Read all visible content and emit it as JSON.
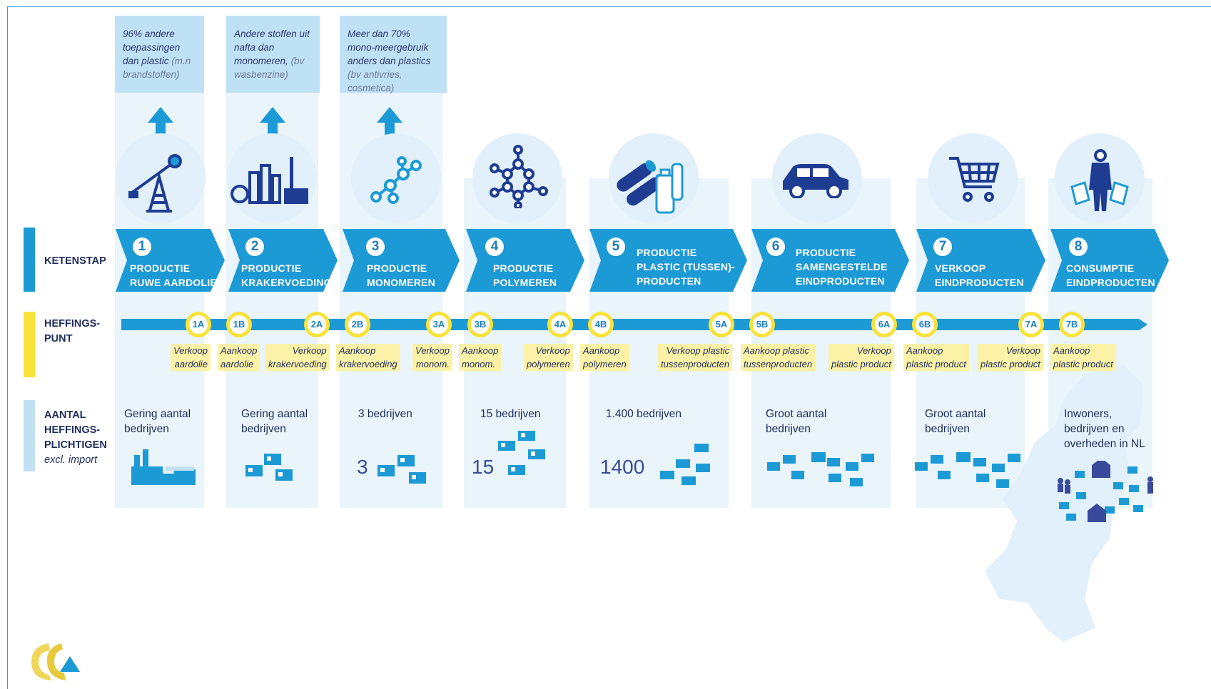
{
  "top_notes": [
    {
      "main": "96% andere toepassingen dan plastic",
      "muted": "(m.n brandstoffen)"
    },
    {
      "main": "Andere stoffen uit nafta dan monomeren,",
      "muted": "(bv wasbenzine)"
    },
    {
      "main": "Meer dan 70% mono-meergebruik anders dan plastics",
      "muted": "(bv antivries, cosmetica)"
    }
  ],
  "row_labels": {
    "ketenstap": "KETENSTAP",
    "heffingspunt_1": "HEFFINGS-",
    "heffingspunt_2": "PUNT",
    "aantal_1": "AANTAL",
    "aantal_2": "HEFFINGS-",
    "aantal_3": "PLICHTIGEN",
    "aantal_4": "excl. import"
  },
  "steps": [
    {
      "num": "1",
      "line1": "PRODUCTIE",
      "line2": "RUWE AARDOLIE",
      "line3": ""
    },
    {
      "num": "2",
      "line1": "PRODUCTIE",
      "line2": "KRAKERVOEDING",
      "line3": ""
    },
    {
      "num": "3",
      "line1": "PRODUCTIE",
      "line2": "MONOMEREN",
      "line3": ""
    },
    {
      "num": "4",
      "line1": "PRODUCTIE",
      "line2": "POLYMEREN",
      "line3": ""
    },
    {
      "num": "5",
      "line1": "PRODUCTIE",
      "line2": "PLASTIC (TUSSEN)-",
      "line3": "PRODUCTEN"
    },
    {
      "num": "6",
      "line1": "PRODUCTIE",
      "line2": "SAMENGESTELDE",
      "line3": "EINDPRODUCTEN"
    },
    {
      "num": "7",
      "line1": "VERKOOP",
      "line2": "EINDPRODUCTEN",
      "line3": ""
    },
    {
      "num": "8",
      "line1": "CONSUMPTIE",
      "line2": "EINDPRODUCTEN",
      "line3": ""
    }
  ],
  "badges": [
    "1A",
    "1B",
    "2A",
    "2B",
    "3A",
    "3B",
    "4A",
    "4B",
    "5A",
    "5B",
    "6A",
    "6B",
    "7A",
    "7B"
  ],
  "tags": [
    {
      "l1": "Verkoop",
      "l2": "aardolie"
    },
    {
      "l1": "Aankoop",
      "l2": "aardolie"
    },
    {
      "l1": "Verkoop",
      "l2": "krakervoeding"
    },
    {
      "l1": "Aankoop",
      "l2": "krakervoeding"
    },
    {
      "l1": "Verkoop",
      "l2": "monom."
    },
    {
      "l1": "Aankoop",
      "l2": "monom."
    },
    {
      "l1": "Verkoop",
      "l2": "polymeren"
    },
    {
      "l1": "Aankoop",
      "l2": "polymeren"
    },
    {
      "l1": "Verkoop plastic",
      "l2": "tussenproducten"
    },
    {
      "l1": "Aankoop plastic",
      "l2": "tussenproducten"
    },
    {
      "l1": "Verkoop",
      "l2": "plastic product"
    },
    {
      "l1": "Aankoop",
      "l2": "plastic product"
    },
    {
      "l1": "Verkoop",
      "l2": "plastic product"
    },
    {
      "l1": "Aankoop",
      "l2": "plastic product"
    }
  ],
  "counts": [
    {
      "l1": "Gering aantal",
      "l2": "bedrijven",
      "l3": "",
      "big": ""
    },
    {
      "l1": "Gering aantal",
      "l2": "bedrijven",
      "l3": "",
      "big": ""
    },
    {
      "l1": "3 bedrijven",
      "l2": "",
      "l3": "",
      "big": "3"
    },
    {
      "l1": "15 bedrijven",
      "l2": "",
      "l3": "",
      "big": "15"
    },
    {
      "l1": "1.400 bedrijven",
      "l2": "",
      "l3": "",
      "big": "1400"
    },
    {
      "l1": "Groot aantal",
      "l2": "bedrijven",
      "l3": "",
      "big": ""
    },
    {
      "l1": "Groot aantal",
      "l2": "bedrijven",
      "l3": "",
      "big": ""
    },
    {
      "l1": "Inwoners,",
      "l2": "bedrijven en",
      "l3": "overheden in NL",
      "big": ""
    }
  ],
  "icons": [
    "oil-pump-icon",
    "refinery-icon",
    "molecule-small-icon",
    "molecule-large-icon",
    "pipes-bottles-icon",
    "car-icon",
    "shopping-cart-icon",
    "shopper-icon"
  ],
  "colors": {
    "blue": "#1c9ad6",
    "yellow": "#f9e23a",
    "light_blue": "#e9f4fb",
    "navy": "#1e2d5c"
  }
}
